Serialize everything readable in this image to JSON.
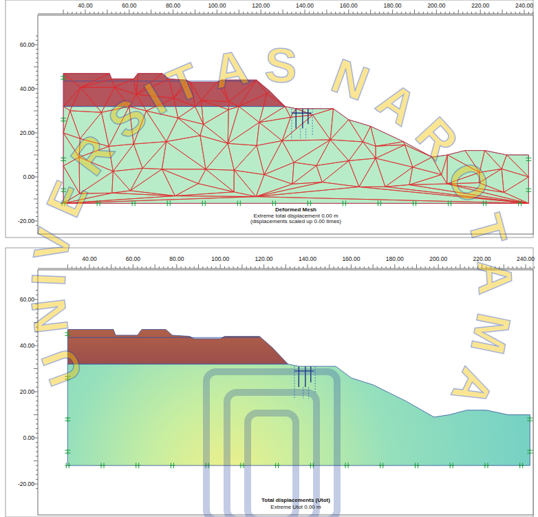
{
  "diagram": {
    "labels": [
      "40.00",
      "60.00",
      "80.00",
      "100.00",
      "120.00",
      "140.00",
      "160.00",
      "180.00",
      "200.00",
      "220.00",
      "240.00",
      "60.00",
      "40.00",
      "20.00",
      "0.00",
      "-20.00",
      "Deformed Mesh",
      "Extreme total displacement 0.00 m",
      "(displacements scaled up 0.00 times)",
      "40.00",
      "60.00",
      "80.00",
      "100.00",
      "120.00",
      "140.00",
      "160.00",
      "180.00",
      "200.00",
      "220.00",
      "240.00",
      "60.00",
      "40.00",
      "20.00",
      "0.00",
      "-20.00",
      "Total displacements (Utot)",
      "Extreme Utot 0.00 m",
      "UNIVERSITAS NAROTAMA"
    ]
  }
}
